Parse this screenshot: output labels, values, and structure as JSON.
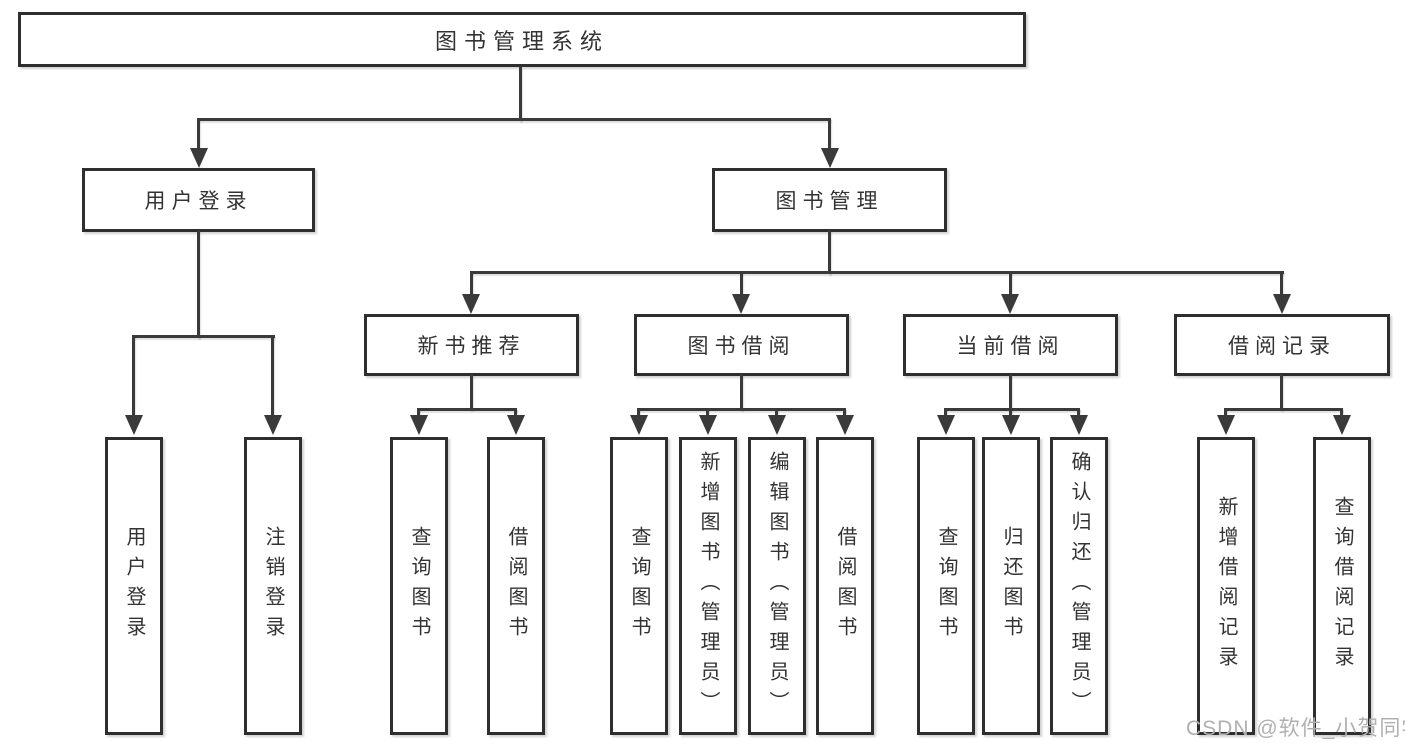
{
  "tree": {
    "root": {
      "label": "图书管理系统"
    },
    "children": [
      {
        "label": "用户登录",
        "children": [
          {
            "label": "用户登录"
          },
          {
            "label": "注销登录"
          }
        ]
      },
      {
        "label": "图书管理",
        "children": [
          {
            "label": "新书推荐",
            "children": [
              {
                "label": "查询图书"
              },
              {
                "label": "借阅图书"
              }
            ]
          },
          {
            "label": "图书借阅",
            "children": [
              {
                "label": "查询图书"
              },
              {
                "label": "新增图书（管理员）"
              },
              {
                "label": "编辑图书（管理员）"
              },
              {
                "label": "借阅图书"
              }
            ]
          },
          {
            "label": "当前借阅",
            "children": [
              {
                "label": "查询图书"
              },
              {
                "label": "归还图书"
              },
              {
                "label": "确认归还（管理员）"
              }
            ]
          },
          {
            "label": "借阅记录",
            "children": [
              {
                "label": "新增借阅记录"
              },
              {
                "label": "查询借阅记录"
              }
            ]
          }
        ]
      }
    ]
  },
  "watermark": {
    "text": "CSDN @软件_小贺同学"
  },
  "colors": {
    "line": "#3a3a3a",
    "box_border": "#2e2e2e",
    "text": "#333333",
    "watermark_text": "#b0b0b0",
    "background": "#ffffff"
  }
}
